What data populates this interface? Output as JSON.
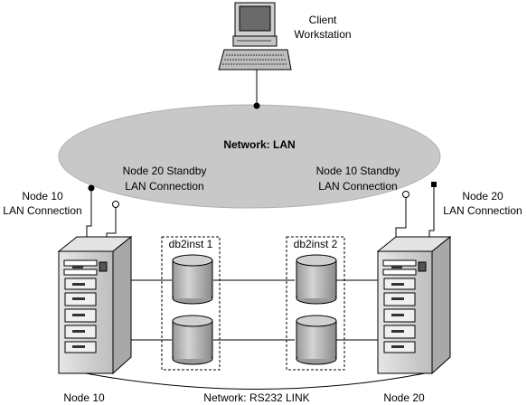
{
  "network_lan": {
    "label": "Network: LAN"
  },
  "client": {
    "line1": "Client",
    "line2": "Workstation"
  },
  "node10_lan": {
    "line1": "Node 10",
    "line2": "LAN Connection"
  },
  "node20_standby": {
    "line1": "Node 20 Standby",
    "line2": "LAN Connection"
  },
  "node10_standby": {
    "line1": "Node 10 Standby",
    "line2": "LAN Connection"
  },
  "node20_lan": {
    "line1": "Node 20",
    "line2": "LAN Connection"
  },
  "db1": {
    "label": "db2inst 1"
  },
  "db2": {
    "label": "db2inst 2"
  },
  "node10": {
    "label": "Node 10"
  },
  "node20": {
    "label": "Node 20"
  },
  "rs232": {
    "label": "Network: RS232 LINK"
  },
  "colors": {
    "lan_fill": "#c8c8c8",
    "server_body": "#d9d9d9",
    "disk": "#bdbdbd"
  }
}
